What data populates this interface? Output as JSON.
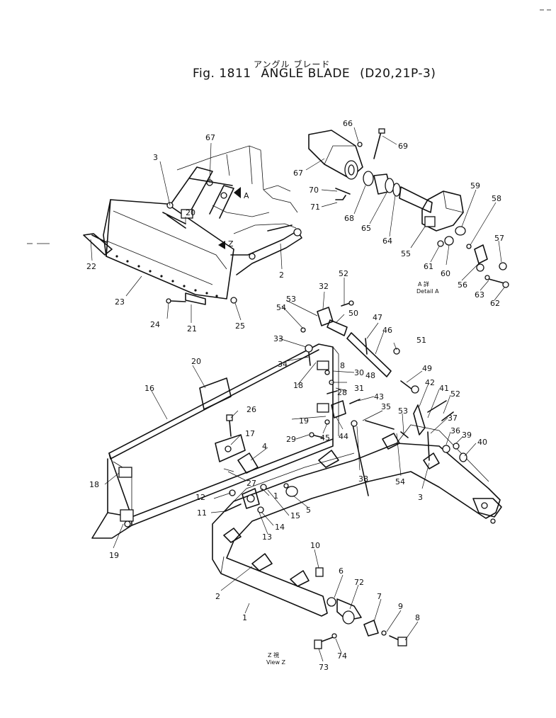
{
  "header": {
    "title_jp": "アングル ブレード",
    "fig_label": "Fig. 1811",
    "title_en": "ANGLE BLADE",
    "model": "(D20,21P-3)"
  },
  "annotations": {
    "detail_jp": "A 詳",
    "detail_en": "Detail  A",
    "view_jp": "Z 視",
    "view_en": "View  Z",
    "arrow_a": "A",
    "arrow_z": "Z"
  },
  "callouts": {
    "p1": "1",
    "p2": "2",
    "p3": "3",
    "p4": "4",
    "p5": "5",
    "p6": "6",
    "p7": "7",
    "p8": "8",
    "p9": "9",
    "p10": "10",
    "p11": "11",
    "p12": "12",
    "p13": "13",
    "p14": "14",
    "p15": "15",
    "p16": "16",
    "p17": "17",
    "p18": "18",
    "p19": "19",
    "p20": "20",
    "p21": "21",
    "p22": "22",
    "p23": "23",
    "p24": "24",
    "p25": "25",
    "p26": "26",
    "p27": "27",
    "p28": "28",
    "p29": "29",
    "p30": "30",
    "p31": "31",
    "p32": "32",
    "p33": "33",
    "p34": "34",
    "p35": "35",
    "p36": "36",
    "p37": "37",
    "p38": "38",
    "p39": "39",
    "p40": "40",
    "p41": "41",
    "p42": "42",
    "p43": "43",
    "p44": "44",
    "p45": "45",
    "p46": "46",
    "p47": "47",
    "p48": "48",
    "p49": "49",
    "p50": "50",
    "p51": "51",
    "p52": "52",
    "p53": "53",
    "p54": "54",
    "p55": "55",
    "p56": "56",
    "p57": "57",
    "p58": "58",
    "p59": "59",
    "p60": "60",
    "p61": "61",
    "p62": "62",
    "p63": "63",
    "p64": "64",
    "p65": "65",
    "p66": "66",
    "p67": "67",
    "p68": "68",
    "p69": "69",
    "p70": "70",
    "p71": "71",
    "p72": "72",
    "p73": "73",
    "p74": "74"
  }
}
